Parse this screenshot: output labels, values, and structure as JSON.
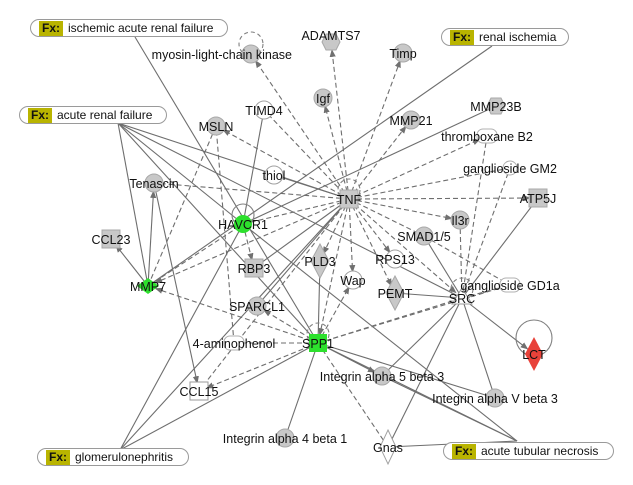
{
  "title": "Ingenuity pathway network",
  "colors": {
    "edge": "#6e6e6e",
    "node_default": "#c8c8c8",
    "node_up": "#e8423a",
    "node_down": "#2de02d",
    "fx_tag": "#b9b400"
  },
  "functions": [
    {
      "id": "fx1",
      "tag": "Fx:",
      "label": "ischemic acute renal failure"
    },
    {
      "id": "fx2",
      "tag": "Fx:",
      "label": "renal ischemia"
    },
    {
      "id": "fx3",
      "tag": "Fx:",
      "label": "acute renal failure"
    },
    {
      "id": "fx4",
      "tag": "Fx:",
      "label": "glomerulonephritis"
    },
    {
      "id": "fx5",
      "tag": "Fx:",
      "label": "acute tubular necrosis"
    }
  ],
  "nodes": [
    {
      "id": "TNF",
      "label": "TNF",
      "shape": "square",
      "status": "default"
    },
    {
      "id": "SPP1",
      "label": "SPP1",
      "shape": "square",
      "status": "down"
    },
    {
      "id": "HAVCR1",
      "label": "HAVCR1",
      "shape": "circle",
      "status": "down"
    },
    {
      "id": "MMP7",
      "label": "MMP7",
      "shape": "diamond",
      "status": "down"
    },
    {
      "id": "LCT",
      "label": "LCT",
      "shape": "diamond",
      "status": "up"
    },
    {
      "id": "SRC",
      "label": "SRC",
      "shape": "triangle",
      "status": "default"
    },
    {
      "id": "ADAMTS7",
      "label": "ADAMTS7",
      "shape": "hexagon",
      "status": "default"
    },
    {
      "id": "MLCK",
      "label": "myosin-light-chain kinase",
      "shape": "circle",
      "status": "default"
    },
    {
      "id": "Timp",
      "label": "Timp",
      "shape": "circle",
      "status": "default"
    },
    {
      "id": "Igf",
      "label": "Igf",
      "shape": "circle",
      "status": "default"
    },
    {
      "id": "MMP21",
      "label": "MMP21",
      "shape": "circle",
      "status": "default"
    },
    {
      "id": "MMP23B",
      "label": "MMP23B",
      "shape": "hexagon",
      "status": "default"
    },
    {
      "id": "TXB2",
      "label": "thromboxane B2",
      "shape": "rect-open",
      "status": "open"
    },
    {
      "id": "GM2",
      "label": "ganglioside GM2",
      "shape": "circle-small",
      "status": "default"
    },
    {
      "id": "ATP5J",
      "label": "ATP5J",
      "shape": "square",
      "status": "default"
    },
    {
      "id": "TIMD4",
      "label": "TIMD4",
      "shape": "circle-open",
      "status": "open"
    },
    {
      "id": "MSLN",
      "label": "MSLN",
      "shape": "circle",
      "status": "default"
    },
    {
      "id": "thiol",
      "label": "thiol",
      "shape": "circle-open",
      "status": "open"
    },
    {
      "id": "Tenascin",
      "label": "Tenascin",
      "shape": "circle",
      "status": "default"
    },
    {
      "id": "CCL23",
      "label": "CCL23",
      "shape": "square",
      "status": "default"
    },
    {
      "id": "Il3r",
      "label": "Il3r",
      "shape": "circle",
      "status": "default"
    },
    {
      "id": "SMAD15",
      "label": "SMAD1/5",
      "shape": "circle",
      "status": "default"
    },
    {
      "id": "PLD3",
      "label": "PLD3",
      "shape": "diamond",
      "status": "default"
    },
    {
      "id": "RPS13",
      "label": "RPS13",
      "shape": "circle-open",
      "status": "open"
    },
    {
      "id": "Wap",
      "label": "Wap",
      "shape": "circle-open",
      "status": "open"
    },
    {
      "id": "PEMT",
      "label": "PEMT",
      "shape": "diamond",
      "status": "default"
    },
    {
      "id": "GD1a",
      "label": "ganglioside GD1a",
      "shape": "rect-open",
      "status": "open"
    },
    {
      "id": "RBP3",
      "label": "RBP3",
      "shape": "square",
      "status": "default"
    },
    {
      "id": "SPARCL1",
      "label": "SPARCL1",
      "shape": "circle",
      "status": "default"
    },
    {
      "id": "AMINO",
      "label": "4-aminophenol",
      "shape": "rect-open",
      "status": "open"
    },
    {
      "id": "CCL15",
      "label": "CCL15",
      "shape": "square-open",
      "status": "open"
    },
    {
      "id": "IA5B3",
      "label": "Integrin alpha 5 beta 3",
      "shape": "circle",
      "status": "default"
    },
    {
      "id": "IAVB3",
      "label": "Integrin alpha V beta 3",
      "shape": "circle",
      "status": "default"
    },
    {
      "id": "IA4B1",
      "label": "Integrin alpha 4 beta 1",
      "shape": "circle",
      "status": "default"
    },
    {
      "id": "Gnas",
      "label": "Gnas",
      "shape": "diamond-open",
      "status": "open"
    }
  ],
  "edges": [
    {
      "s": "TNF",
      "t": "ADAMTS7",
      "dash": true,
      "arrow": true
    },
    {
      "s": "TNF",
      "t": "MLCK",
      "dash": true,
      "arrow": true
    },
    {
      "s": "TNF",
      "t": "Timp",
      "dash": true,
      "arrow": true
    },
    {
      "s": "TNF",
      "t": "Igf",
      "dash": true,
      "arrow": true
    },
    {
      "s": "TNF",
      "t": "MMP21",
      "dash": true,
      "arrow": true
    },
    {
      "s": "TNF",
      "t": "TXB2",
      "dash": true,
      "arrow": true
    },
    {
      "s": "TNF",
      "t": "GM2",
      "dash": true,
      "arrow": false
    },
    {
      "s": "TNF",
      "t": "ATP5J",
      "dash": true,
      "arrow": true
    },
    {
      "s": "TNF",
      "t": "Il3r",
      "dash": true,
      "arrow": true
    },
    {
      "s": "TNF",
      "t": "SMAD15",
      "dash": true,
      "arrow": false
    },
    {
      "s": "TNF",
      "t": "PLD3",
      "dash": true,
      "arrow": true
    },
    {
      "s": "TNF",
      "t": "Wap",
      "dash": true,
      "arrow": true
    },
    {
      "s": "TNF",
      "t": "RPS13",
      "dash": true,
      "arrow": true
    },
    {
      "s": "TNF",
      "t": "PEMT",
      "dash": true,
      "arrow": true
    },
    {
      "s": "TNF",
      "t": "SRC",
      "dash": true,
      "arrow": true
    },
    {
      "s": "TNF",
      "t": "TIMD4",
      "dash": true,
      "arrow": false
    },
    {
      "s": "TNF",
      "t": "MSLN",
      "dash": true,
      "arrow": true
    },
    {
      "s": "TNF",
      "t": "thiol",
      "dash": false,
      "arrow": false
    },
    {
      "s": "TNF",
      "t": "Tenascin",
      "dash": true,
      "arrow": false
    },
    {
      "s": "TNF",
      "t": "MMP7",
      "dash": true,
      "arrow": true
    },
    {
      "s": "TNF",
      "t": "HAVCR1",
      "dash": true,
      "arrow": false
    },
    {
      "s": "TNF",
      "t": "SPP1",
      "dash": true,
      "arrow": true
    },
    {
      "s": "TNF",
      "t": "SPARCL1",
      "dash": false,
      "arrow": false
    },
    {
      "s": "TNF",
      "t": "RBP3",
      "dash": false,
      "arrow": false
    },
    {
      "s": "TNF",
      "t": "CCL15",
      "dash": true,
      "arrow": false
    },
    {
      "s": "SPP1",
      "t": "SRC",
      "dash": true,
      "arrow": false
    },
    {
      "s": "SPP1",
      "t": "AMINO",
      "dash": true,
      "arrow": false
    },
    {
      "s": "SPP1",
      "t": "IA5B3",
      "dash": false,
      "arrow": true
    },
    {
      "s": "SPP1",
      "t": "IAVB3",
      "dash": false,
      "arrow": false
    },
    {
      "s": "SPP1",
      "t": "IA4B1",
      "dash": false,
      "arrow": false
    },
    {
      "s": "SPP1",
      "t": "Gnas",
      "dash": true,
      "arrow": false
    },
    {
      "s": "SPP1",
      "t": "CCL15",
      "dash": true,
      "arrow": true
    },
    {
      "s": "SPP1",
      "t": "MMP7",
      "dash": true,
      "arrow": true
    },
    {
      "s": "SPP1",
      "t": "Wap",
      "dash": true,
      "arrow": true
    },
    {
      "s": "SPP1",
      "t": "PLD3",
      "dash": false,
      "arrow": false
    },
    {
      "s": "SPP1",
      "t": "SPARCL1",
      "dash": true,
      "arrow": true
    },
    {
      "s": "SPP1",
      "t": "GD1a",
      "dash": true,
      "arrow": false
    },
    {
      "s": "SRC",
      "t": "ATP5J",
      "dash": false,
      "arrow": false
    },
    {
      "s": "SRC",
      "t": "GM2",
      "dash": true,
      "arrow": false
    },
    {
      "s": "SRC",
      "t": "TXB2",
      "dash": true,
      "arrow": false
    },
    {
      "s": "SRC",
      "t": "Il3r",
      "dash": true,
      "arrow": false
    },
    {
      "s": "SRC",
      "t": "SMAD15",
      "dash": false,
      "arrow": false
    },
    {
      "s": "SRC",
      "t": "GD1a",
      "dash": true,
      "arrow": false
    },
    {
      "s": "SRC",
      "t": "LCT",
      "dash": false,
      "arrow": true
    },
    {
      "s": "SRC",
      "t": "IA5B3",
      "dash": false,
      "arrow": false
    },
    {
      "s": "SRC",
      "t": "IAVB3",
      "dash": false,
      "arrow": false
    },
    {
      "s": "SRC",
      "t": "Gnas",
      "dash": false,
      "arrow": false
    },
    {
      "s": "SRC",
      "t": "PEMT",
      "dash": false,
      "arrow": false
    },
    {
      "s": "MMP7",
      "t": "Tenascin",
      "dash": false,
      "arrow": true
    },
    {
      "s": "MMP7",
      "t": "CCL23",
      "dash": false,
      "arrow": true
    },
    {
      "s": "MMP7",
      "t": "MSLN",
      "dash": true,
      "arrow": false
    },
    {
      "s": "MMP7",
      "t": "HAVCR1",
      "dash": true,
      "arrow": false
    },
    {
      "s": "HAVCR1",
      "t": "TIMD4",
      "dash": false,
      "arrow": false
    },
    {
      "s": "HAVCR1",
      "t": "RBP3",
      "dash": true,
      "arrow": true
    },
    {
      "s": "HAVCR1",
      "t": "MMP23B",
      "dash": false,
      "arrow": false
    },
    {
      "s": "Tenascin",
      "t": "CCL15",
      "dash": false,
      "arrow": true
    },
    {
      "s": "SMAD15",
      "t": "GD1a",
      "dash": true,
      "arrow": false
    },
    {
      "s": "AMINO",
      "t": "MSLN",
      "dash": true,
      "arrow": false
    },
    {
      "s": "fx1",
      "t": "SPP1",
      "dash": false,
      "arrow": false
    },
    {
      "s": "fx2",
      "t": "MMP7",
      "dash": false,
      "arrow": false
    },
    {
      "s": "fx3",
      "t": "MMP7",
      "dash": false,
      "arrow": false
    },
    {
      "s": "fx3",
      "t": "HAVCR1",
      "dash": false,
      "arrow": false
    },
    {
      "s": "fx3",
      "t": "SPP1",
      "dash": false,
      "arrow": false
    },
    {
      "s": "fx3",
      "t": "TNF",
      "dash": false,
      "arrow": false
    },
    {
      "s": "fx3",
      "t": "SRC",
      "dash": false,
      "arrow": false
    },
    {
      "s": "fx4",
      "t": "HAVCR1",
      "dash": false,
      "arrow": false
    },
    {
      "s": "fx4",
      "t": "TNF",
      "dash": false,
      "arrow": false
    },
    {
      "s": "fx4",
      "t": "SPP1",
      "dash": false,
      "arrow": false
    },
    {
      "s": "fx5",
      "t": "SPP1",
      "dash": false,
      "arrow": false
    },
    {
      "s": "fx5",
      "t": "HAVCR1",
      "dash": false,
      "arrow": false
    },
    {
      "s": "fx5",
      "t": "IA5B3",
      "dash": false,
      "arrow": false
    },
    {
      "s": "fx5",
      "t": "Gnas",
      "dash": false,
      "arrow": false
    }
  ],
  "self_loops": [
    "MLCK",
    "TNF",
    "HAVCR1",
    "SPP1",
    "SRC",
    "LCT"
  ]
}
